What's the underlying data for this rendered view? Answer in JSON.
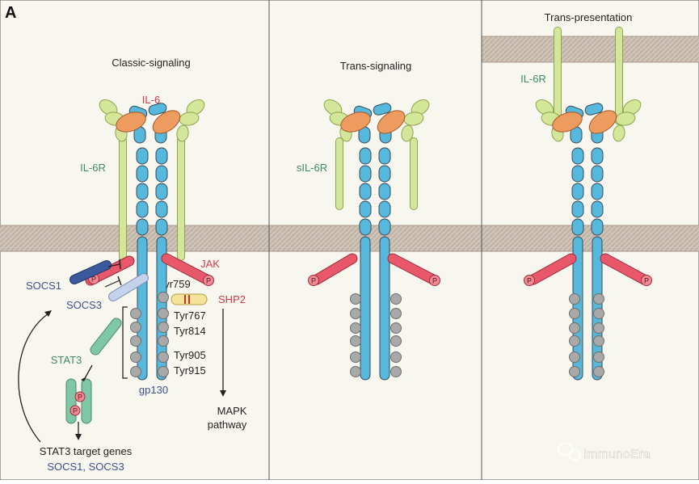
{
  "figure_letter": "A",
  "panels": {
    "classic": {
      "title": "Classic-signaling"
    },
    "trans": {
      "title": "Trans-signaling"
    },
    "presentation": {
      "title": "Trans-presentation"
    }
  },
  "labels": {
    "il6": "IL-6",
    "il6r_classic": "IL-6R",
    "sil6r": "sIL-6R",
    "il6r_presentation": "IL-6R",
    "jak": "JAK",
    "shp2": "SHP2",
    "socs1": "SOCS1",
    "socs3": "SOCS3",
    "stat3": "STAT3",
    "gp130": "gp130",
    "tyr759": "Tyr759",
    "tyr767": "Tyr767",
    "tyr814": "Tyr814",
    "tyr905": "Tyr905",
    "tyr915": "Tyr915",
    "mapk_line1": "MAPK",
    "mapk_line2": "pathway",
    "target_genes": "STAT3 target genes",
    "target_genes_list": "SOCS1, SOCS3",
    "phospho": "P"
  },
  "watermark": "ImmunoEra",
  "colors": {
    "panel_bg": "#f7f6ef",
    "membrane": "#cfc4b8",
    "gp130": "#55b8dc",
    "il6r": "#d4e69a",
    "il6": "#ee9b60",
    "jak": "#e8586a",
    "socs1": "#3b5a9e",
    "socs3": "#c4d2ec",
    "stat3": "#7fc7a6",
    "shp2": "#f5e39a",
    "tyr_circle": "#a9a9a9",
    "red_text": "#d83a45",
    "green_text": "#3f8a68",
    "blue_text": "#3d4f8a"
  }
}
